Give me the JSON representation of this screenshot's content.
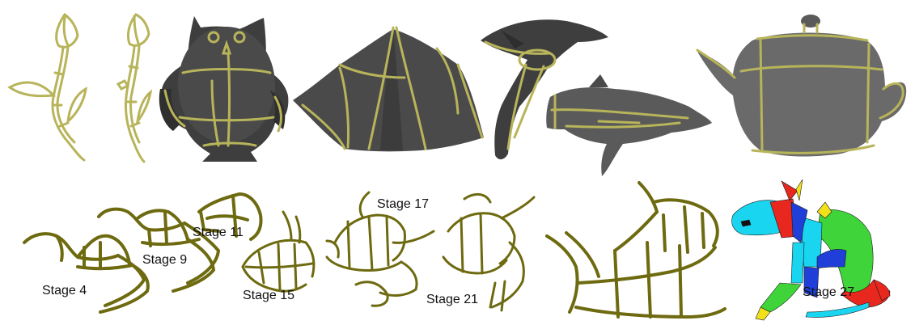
{
  "figure": {
    "stage_labels": [
      "Stage 4",
      "Stage 9",
      "Stage 11",
      "Stage 15",
      "Stage 17",
      "Stage 21",
      "Stage 27"
    ]
  },
  "colors": {
    "curve": "#b8b45a",
    "curve_dark": "#6e6a10",
    "mesh": "#4a4a4a",
    "mesh_light": "#7a7a7a",
    "segment_cyan": "#19d5f0",
    "segment_green": "#3ed43a",
    "segment_red": "#e8281e",
    "segment_blue": "#1f3fd8",
    "segment_yellow": "#f0e11a"
  }
}
